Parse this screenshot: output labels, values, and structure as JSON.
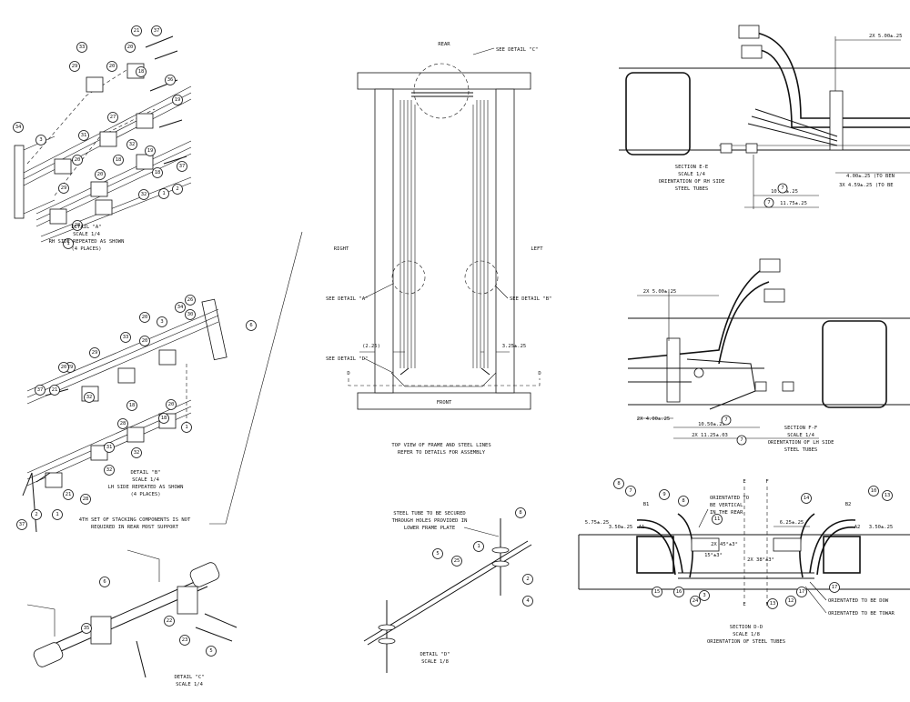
{
  "detail_a": {
    "title": "DETAIL \"A\"",
    "scale": "SCALE 1/4",
    "note": "RH SIDE REPEATED AS SHOWN",
    "places": "(4 PLACES)",
    "balloons": [
      "21",
      "37",
      "33",
      "20",
      "29",
      "20",
      "18",
      "36",
      "19",
      "34",
      "3",
      "31",
      "27",
      "32",
      "20",
      "18",
      "19",
      "29",
      "20",
      "18",
      "32",
      "1",
      "2",
      "37",
      "28",
      "1"
    ]
  },
  "detail_b": {
    "title": "DETAIL \"B\"",
    "scale": "SCALE 1/4",
    "note": "LH SIDE REPEATED AS SHOWN",
    "places": "(4 PLACES)",
    "stacking_note_1": "4TH SET OF STACKING COMPONENTS IS NOT",
    "stacking_note_2": "REQUIRED IN REAR MOST SUPPORT",
    "balloons": [
      "26",
      "34",
      "30",
      "6",
      "20",
      "3",
      "33",
      "29",
      "20",
      "29",
      "20",
      "32",
      "21",
      "37",
      "28",
      "18",
      "20",
      "18",
      "1",
      "31",
      "32",
      "32",
      "21",
      "28",
      "2",
      "1",
      "37"
    ]
  },
  "detail_c": {
    "title": "DETAIL \"C\"",
    "scale": "SCALE 1/4",
    "balloons": [
      "6",
      "35",
      "22",
      "23",
      "5"
    ]
  },
  "detail_d": {
    "note_1": "STEEL TUBE TO BE SECURED",
    "note_2": "THROUGH HOLES PROVIDED IN",
    "note_3": "LOWER FRAME PLATE",
    "title": "DETAIL \"D\"",
    "scale": "SCALE 1/8",
    "balloons": [
      "8",
      "5",
      "25",
      "1",
      "2",
      "4"
    ]
  },
  "top_view": {
    "rear": "REAR",
    "front": "FRONT",
    "right": "RIGHT",
    "left": "LEFT",
    "see_c": "SEE DETAIL \"C\"",
    "see_a": "SEE DETAIL \"A\"",
    "see_b": "SEE DETAIL \"B\"",
    "see_d": "SEE DETAIL \"D\"",
    "dim_left": "(2.25)",
    "dim_right": "3.25±.25",
    "cut": "D",
    "caption_1": "TOP VIEW OF FRAME AND STEEL LINES",
    "caption_2": "REFER TO DETAILS FOR ASSEMBLY"
  },
  "section_ee": {
    "dim_top": "2X 5.00±.25",
    "dim_1": "4.00±.25 (TO BEN",
    "dim_2": "3X 4.59±.25 (TO BE",
    "dim_3": "10.50±.25",
    "dim_4": "11.75±.25",
    "balloon_a": "7",
    "balloon_b": "7",
    "title": "SECTION E-E",
    "scale": "SCALE 1/4",
    "note_1": "ORIENTATION OF RH SIDE",
    "note_2": "STEEL TUBES"
  },
  "section_ff": {
    "dim_top": "2X 5.00±.25",
    "dim_1": "2X 4.00±.25",
    "dim_2": "10.50±.25",
    "dim_3": "2X 11.25±.03",
    "balloon_a": "7",
    "balloon_b": "7",
    "title": "SECTION F-F",
    "scale": "SCALE 1/4",
    "note_1": "ORIENTATION OF LH SIDE",
    "note_2": "STEEL TUBES"
  },
  "section_dd": {
    "cut_e": "E",
    "cut_f": "F",
    "b1": "B1",
    "a1": "A1",
    "b2": "B2",
    "a2": "A2",
    "dim_left_1": "5.75±.25",
    "dim_left_2": "3.50±.25",
    "dim_right": "3.50±.25",
    "dim_mid": "6.25±.25",
    "angle_1": "2X 45°±3°",
    "angle_2": "15°±3°",
    "angle_3": "2X 38°±3°",
    "orient_1": "ORIENTATED TO",
    "orient_2": "BE VERTICAL",
    "orient_3": "IN THE REAR",
    "orient_down": "ORIENTATED TO BE DOW",
    "orient_toward": "ORIENTATED TO BE TOWAR",
    "title": "SECTION D-D",
    "scale": "SCALE 1/8",
    "note": "ORIENTATION OF STEEL TUBES",
    "balloons": [
      "8",
      "7",
      "9",
      "10",
      "13",
      "11",
      "14",
      "15",
      "16",
      "24",
      "3",
      "13",
      "12",
      "17",
      "17",
      "8"
    ]
  }
}
